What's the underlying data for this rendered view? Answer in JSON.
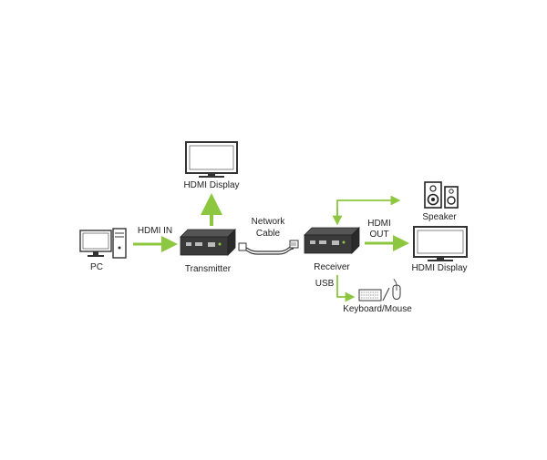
{
  "labels": {
    "pc": "PC",
    "hdmi_in": "HDMI IN",
    "transmitter": "Transmitter",
    "hdmi_display_top": "HDMI Display",
    "network_cable_line1": "Network",
    "network_cable_line2": "Cable",
    "receiver": "Receiver",
    "hdmi_out_line1": "HDMI",
    "hdmi_out_line2": "OUT",
    "speaker": "Speaker",
    "hdmi_display_right": "HDMI Display",
    "usb": "USB",
    "keyboard_mouse": "Keyboard/Mouse"
  },
  "colors": {
    "arrow": "#8dc63f",
    "device": "#3a3a3a",
    "outline": "#333333"
  },
  "icons": {
    "pc": "pc-icon",
    "transmitter": "transmitter-icon",
    "receiver": "receiver-icon",
    "display": "monitor-icon",
    "speaker": "speaker-icon",
    "keyboard": "keyboard-icon",
    "mouse": "mouse-icon",
    "cable": "network-cable-icon"
  }
}
